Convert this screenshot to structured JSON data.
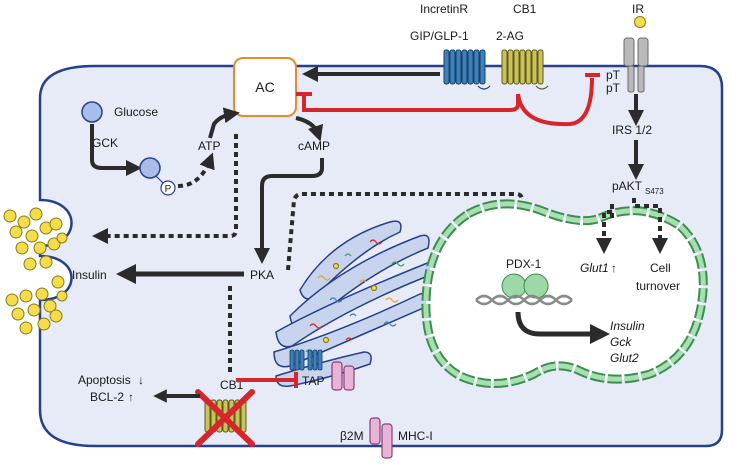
{
  "labels": {
    "incretin_r": "IncretinR",
    "cb1_top": "CB1",
    "ir": "IR",
    "gip_glp": "GIP/GLP-1",
    "two_ag": "2-AG",
    "ac": "AC",
    "pt1": "pT",
    "pt2": "pT",
    "glucose": "Glucose",
    "gck": "GCK",
    "p": "P",
    "atp": "ATP",
    "camp": "cAMP",
    "irs": "IRS 1/2",
    "pakt": "pAKT",
    "pakt_sub": "S473",
    "pdx1": "PDX-1",
    "glut1": "Glut1",
    "cell": "Cell",
    "turnover": "turnover",
    "pka": "PKA",
    "insulin_left": "Insulin",
    "insulin_gene": "Insulin",
    "gck_gene": "Gck",
    "glut2_gene": "Glut2",
    "apoptosis": "Apoptosis",
    "bcl2": "BCL-2",
    "cb1_bottom": "CB1",
    "tap": "TAP",
    "b2m": "β2M",
    "mhc": "MHC-I"
  },
  "colors": {
    "cell_fill": "#e6ebf7",
    "cell_stroke": "#26408b",
    "ac_stroke": "#e58a2e",
    "receptor_blue": "#3f80b9",
    "receptor_yellow": "#c8c25a",
    "inhibit_red": "#d6262c",
    "nucleus_green": "#7cc48a",
    "granule_yellow": "#f4dc4a",
    "er_fill": "#c8d4ee"
  }
}
